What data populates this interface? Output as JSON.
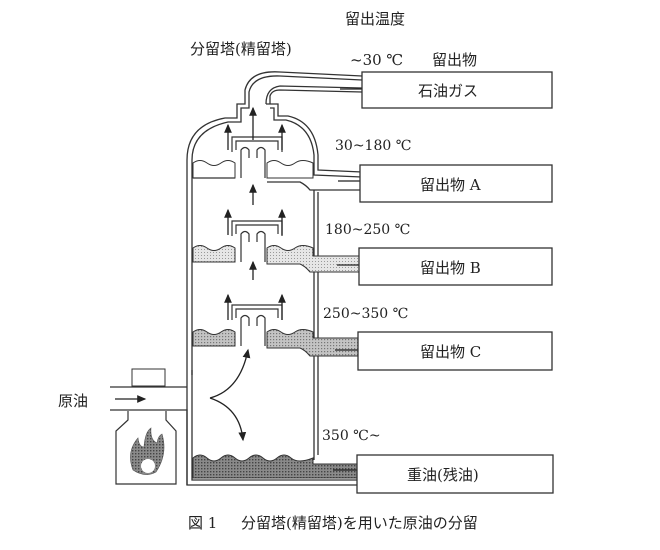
{
  "header": {
    "column_temp": "留出温度",
    "column_product": "留出物",
    "tower_label": "分留塔(精留塔)"
  },
  "fractions": [
    {
      "temp": "~30 ℃",
      "product": "石油ガス"
    },
    {
      "temp": "30~180 ℃",
      "product": "留出物 A"
    },
    {
      "temp": "180~250 ℃",
      "product": "留出物 B"
    },
    {
      "temp": "250~350 ℃",
      "product": "留出物 C"
    },
    {
      "temp": "350 ℃~",
      "product": "重油(残油)"
    }
  ],
  "input": {
    "label": "原油"
  },
  "caption": {
    "number": "図 1",
    "text": "分留塔(精留塔)を用いた原油の分留"
  },
  "colors": {
    "line": "#333333",
    "liquid_light": "#d9d9d9",
    "liquid_mid": "#b3b3b3",
    "liquid_dark": "#7a7a7a",
    "flame": "#6e6e6e"
  }
}
